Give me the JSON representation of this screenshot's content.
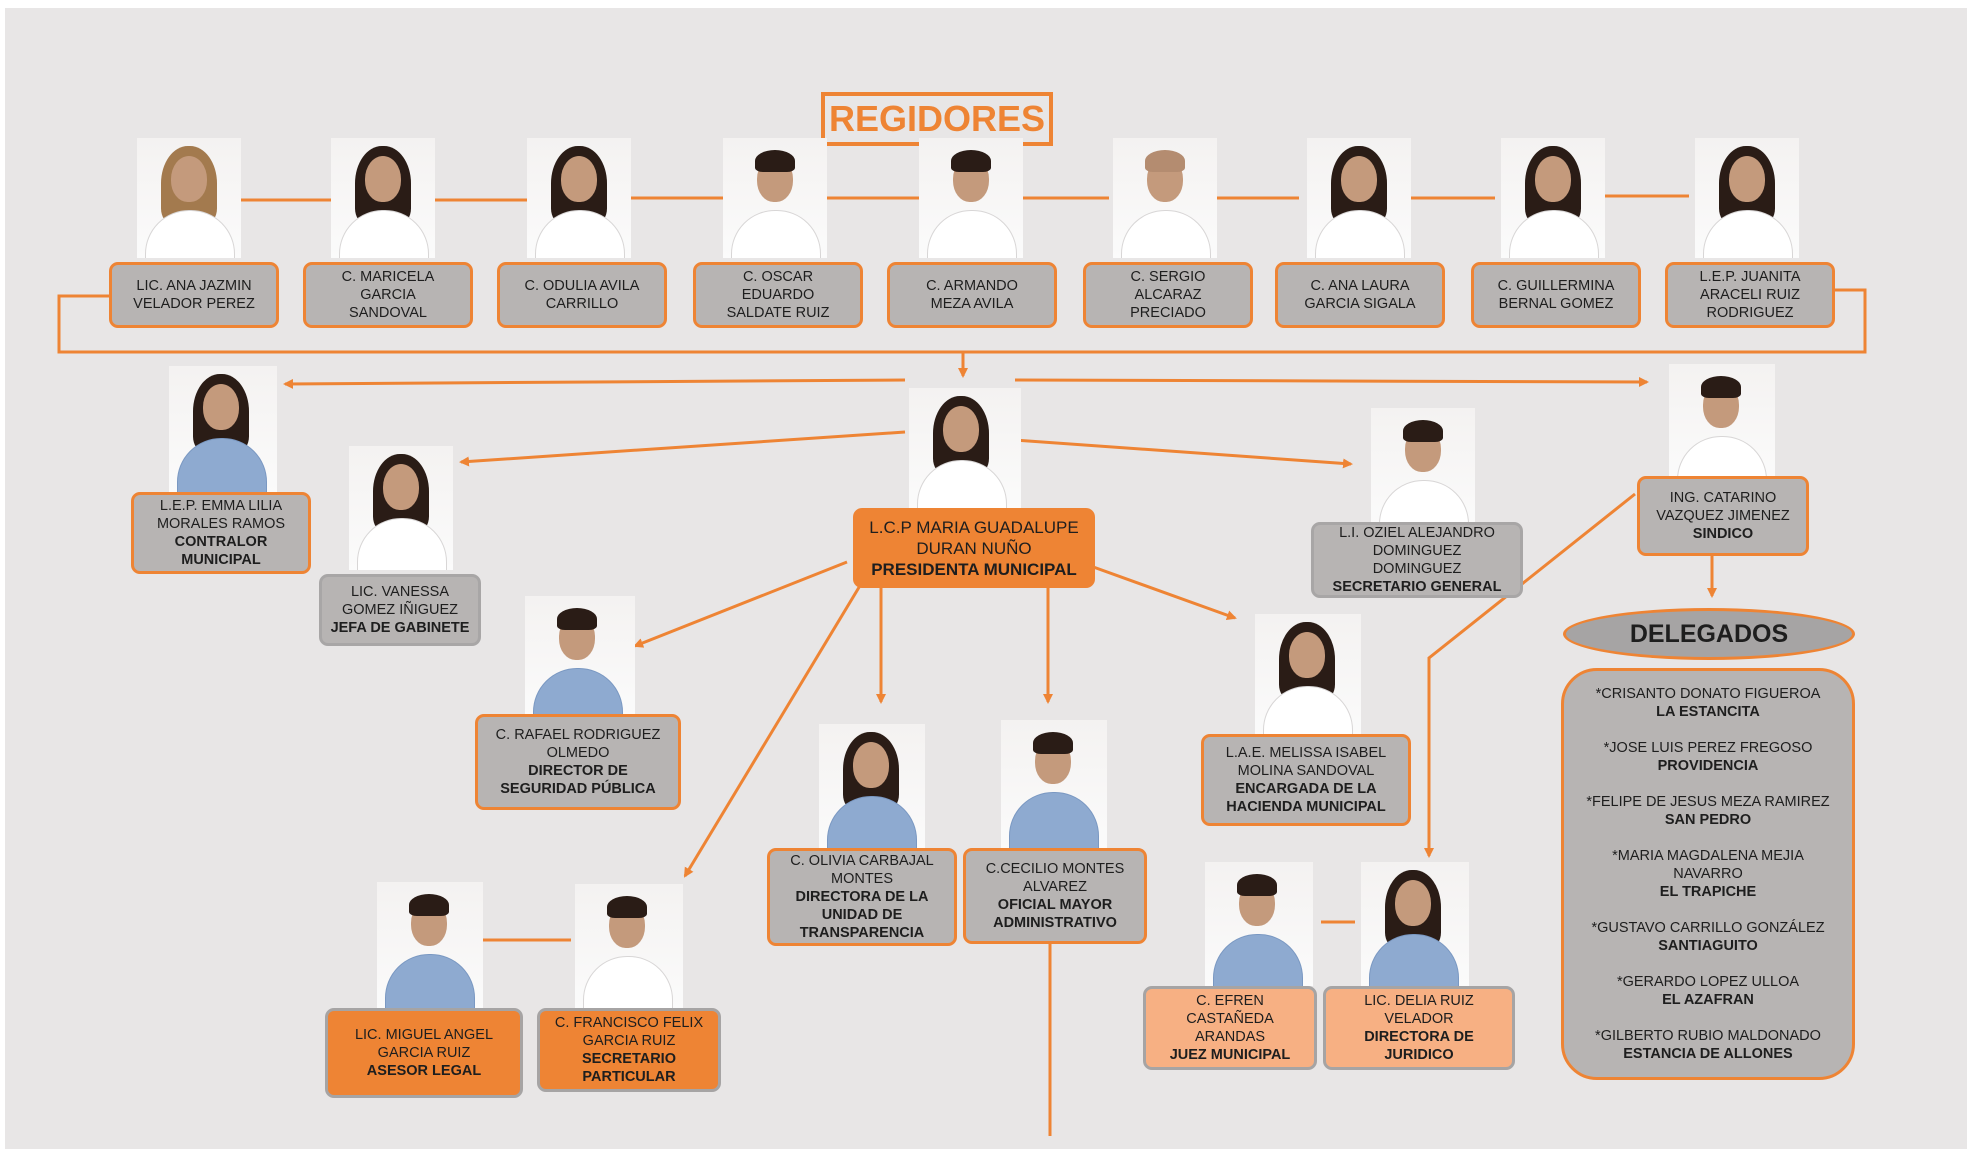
{
  "regidores_title": "REGIDORES",
  "delegados_title": "DELEGADOS",
  "colors": {
    "accent": "#ee8434",
    "box_gray": "#b7b4b3",
    "background": "#e8e6e6",
    "peach": "#f7b083"
  },
  "regidores": [
    {
      "l1": "LIC. ANA JAZMIN",
      "l2": "VELADOR PEREZ",
      "l3": ""
    },
    {
      "l1": "C. MARICELA",
      "l2": "GARCIA",
      "l3": "SANDOVAL"
    },
    {
      "l1": "C. ODULIA AVILA",
      "l2": "CARRILLO",
      "l3": ""
    },
    {
      "l1": "C. OSCAR",
      "l2": "EDUARDO",
      "l3": "SALDATE RUIZ"
    },
    {
      "l1": "C. ARMANDO",
      "l2": "MEZA AVILA",
      "l3": ""
    },
    {
      "l1": "C. SERGIO",
      "l2": "ALCARAZ",
      "l3": "PRECIADO"
    },
    {
      "l1": "C. ANA LAURA",
      "l2": "GARCIA SIGALA",
      "l3": ""
    },
    {
      "l1": "C. GUILLERMINA",
      "l2": "BERNAL GOMEZ",
      "l3": ""
    },
    {
      "l1": "L.E.P. JUANITA",
      "l2": "ARACELI RUIZ",
      "l3": "RODRIGUEZ"
    }
  ],
  "presidenta": {
    "l1": "L.C.P MARIA GUADALUPE",
    "l2": "DURAN NUÑO",
    "role": "PRESIDENTA MUNICIPAL"
  },
  "contralor": {
    "l1": "L.E.P. EMMA LILIA",
    "l2": "MORALES RAMOS",
    "r1": "CONTRALOR",
    "r2": "MUNICIPAL"
  },
  "gabinete": {
    "l1": "LIC. VANESSA",
    "l2": "GOMEZ IÑIGUEZ",
    "r1": "JEFA DE GABINETE"
  },
  "secretario_general": {
    "l1": "L.I. OZIEL ALEJANDRO",
    "l2": "DOMINGUEZ",
    "l3": "DOMINGUEZ",
    "r1": "SECRETARIO GENERAL"
  },
  "sindico": {
    "l1": "ING. CATARINO",
    "l2": "VAZQUEZ JIMENEZ",
    "r1": "SINDICO"
  },
  "seguridad": {
    "l1": "C. RAFAEL RODRIGUEZ",
    "l2": "OLMEDO",
    "r1": "DIRECTOR DE",
    "r2": "SEGURIDAD PÚBLICA"
  },
  "hacienda": {
    "l1": "L.A.E. MELISSA ISABEL",
    "l2": "MOLINA SANDOVAL",
    "r1": "ENCARGADA DE LA",
    "r2": "HACIENDA MUNICIPAL"
  },
  "transparencia": {
    "l1": "C. OLIVIA CARBAJAL",
    "l2": "MONTES",
    "r1": "DIRECTORA DE LA",
    "r2": "UNIDAD DE",
    "r3": "TRANSPARENCIA"
  },
  "oficial_mayor": {
    "l1": "C.CECILIO MONTES",
    "l2": "ALVAREZ",
    "r1": "OFICIAL MAYOR",
    "r2": "ADMINISTRATIVO"
  },
  "asesor": {
    "l1": "LIC. MIGUEL ANGEL",
    "l2": "GARCIA RUIZ",
    "r1": "ASESOR LEGAL"
  },
  "secretario_particular": {
    "l1": "C. FRANCISCO FELIX",
    "l2": "GARCIA RUIZ",
    "r1": "SECRETARIO",
    "r2": "PARTICULAR"
  },
  "juez": {
    "l1": "C. EFREN",
    "l2": "CASTAÑEDA",
    "l3": "ARANDAS",
    "r1": "JUEZ MUNICIPAL"
  },
  "juridico": {
    "l1": "LIC. DELIA RUIZ",
    "l2": "VELADOR",
    "r1": "DIRECTORA DE",
    "r2": "JURIDICO"
  },
  "delegados": [
    {
      "name": "*CRISANTO DONATO FIGUEROA",
      "place": "LA ESTANCITA"
    },
    {
      "name": "*JOSE LUIS PEREZ FREGOSO",
      "place": "PROVIDENCIA"
    },
    {
      "name": "*FELIPE DE JESUS MEZA RAMIREZ",
      "place": "SAN PEDRO"
    },
    {
      "name": "*MARIA MAGDALENA MEJIA",
      "name2": "NAVARRO",
      "place": "EL TRAPICHE"
    },
    {
      "name": "*GUSTAVO CARRILLO GONZÁLEZ",
      "place": "SANTIAGUITO"
    },
    {
      "name": "*GERARDO LOPEZ ULLOA",
      "place": "EL AZAFRAN"
    },
    {
      "name": "*GILBERTO RUBIO MALDONADO",
      "place": "ESTANCIA DE ALLONES"
    }
  ]
}
